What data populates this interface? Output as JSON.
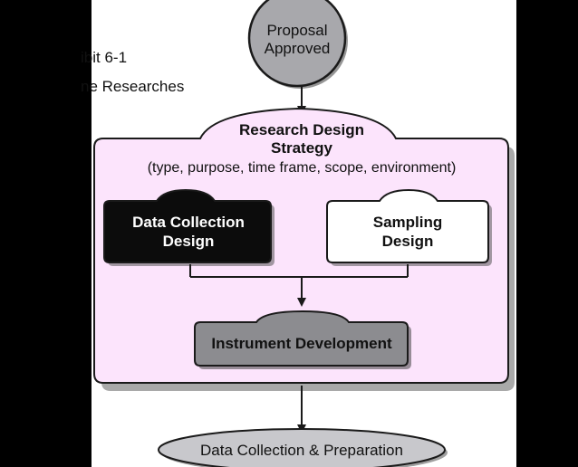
{
  "header": {
    "exhibit_fragment": "ibit 6-1",
    "subtitle_fragment": "ne Researches"
  },
  "diagram": {
    "start_node": {
      "line1": "Proposal",
      "line2": "Approved"
    },
    "strategy": {
      "title_line1": "Research Design",
      "title_line2": "Strategy",
      "detail": "(type, purpose, time frame, scope, environment)"
    },
    "data_collection": {
      "line1": "Data Collection",
      "line2": "Design"
    },
    "sampling": {
      "line1": "Sampling",
      "line2": "Design"
    },
    "instrument": {
      "label": "Instrument Development"
    },
    "end_node": {
      "label": "Data Collection & Preparation"
    }
  },
  "colors": {
    "panel_fill": "#fce4fc",
    "node_gray": "#a8a8ac",
    "dark_box": "#0c0c0c",
    "instrument_fill": "#8c8c90",
    "outline": "#1a1a1a"
  }
}
